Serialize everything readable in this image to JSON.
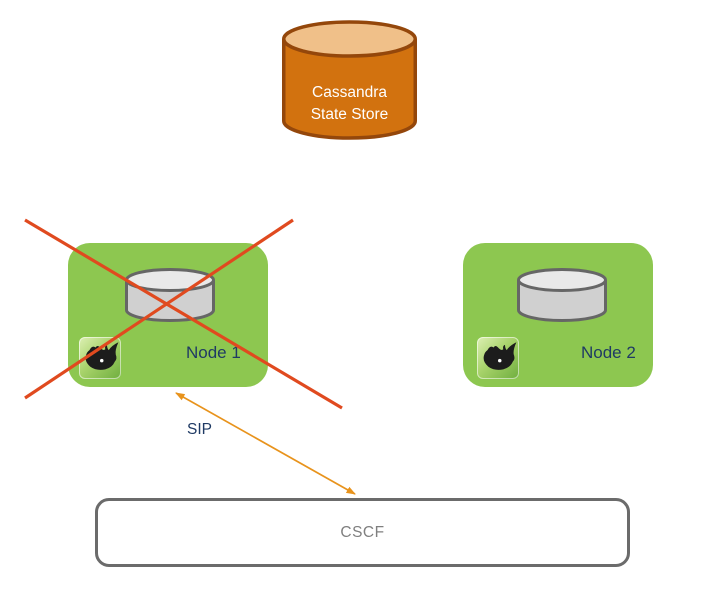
{
  "cassandra": {
    "icon": "database-cylinder-icon",
    "label_line1": "Cassandra",
    "label_line2": "State Store"
  },
  "nodes": [
    {
      "label": "Node 1",
      "icon": "rhino-icon",
      "store_icon": "database-cylinder-icon",
      "status": "failed-crossed-out"
    },
    {
      "label": "Node 2",
      "icon": "rhino-icon",
      "store_icon": "database-cylinder-icon",
      "status": "active"
    }
  ],
  "cscf": {
    "label": "CSCF"
  },
  "sip": {
    "label": "SIP",
    "arrow": "double-headed"
  },
  "colors": {
    "node-green": "#8dc750",
    "cross-red": "#e04a1f",
    "arrow-orange": "#e8931c",
    "navy-text": "#1f3a64",
    "cassandra-body": "#d2720f",
    "cassandra-top": "#f0c089",
    "cassandra-border": "#94470b",
    "cylinder-body": "#d0d0d0",
    "cylinder-top": "#e9e9e9",
    "cylinder-border": "#666666",
    "cscf-border": "#6b6b6b",
    "cscf-text": "#7f7f7f"
  }
}
